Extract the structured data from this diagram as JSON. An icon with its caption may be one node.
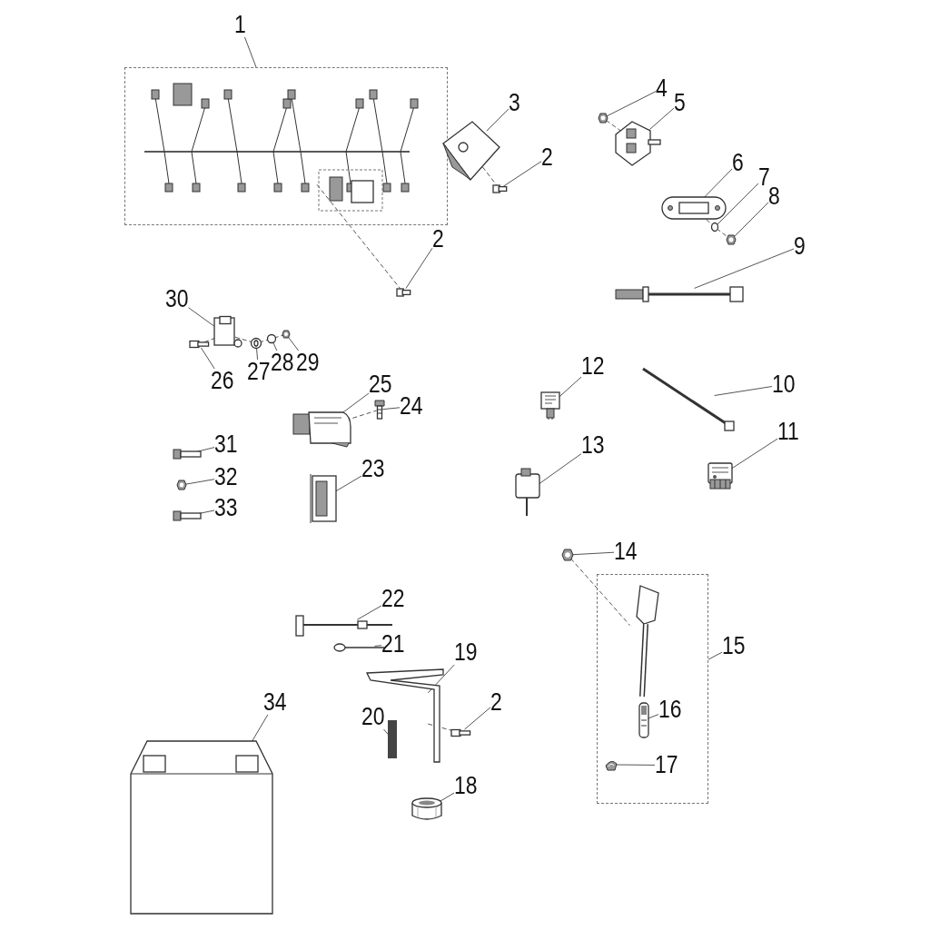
{
  "diagram": {
    "nodes": [
      {
        "text": [
          "1"
        ]
      },
      {
        "text": [],
        "shape": "box"
      },
      {
        "text": [],
        "shape": "picture",
        "in": 1
      },
      {
        "text": [
          "2"
        ]
      },
      {
        "text": [],
        "shape": "picture"
      },
      {
        "text": [
          "3"
        ]
      },
      {
        "text": [],
        "shape": "picture"
      },
      {
        "text": [
          "2"
        ]
      },
      {
        "text": [],
        "shape": "picture"
      },
      {
        "text": [
          "4"
        ]
      },
      {
        "text": [],
        "shape": "picture"
      },
      {
        "text": [
          "5"
        ]
      },
      {
        "text": [],
        "shape": "picture"
      },
      {
        "text": [
          "6"
        ]
      },
      {
        "text": [],
        "shape": "picture"
      },
      {
        "text": [
          "7"
        ]
      },
      {
        "text": [],
        "shape": "circle"
      },
      {
        "text": [
          "8"
        ]
      },
      {
        "text": [],
        "shape": "picture"
      },
      {
        "text": [
          "9"
        ]
      },
      {
        "text": [],
        "shape": "picture"
      },
      {
        "text": [
          "30"
        ]
      },
      {
        "text": [],
        "shape": "picture"
      },
      {
        "text": [
          "26"
        ]
      },
      {
        "text": [],
        "shape": "picture"
      },
      {
        "text": [
          "27"
        ]
      },
      {
        "text": [],
        "shape": "picture"
      },
      {
        "text": [
          "28"
        ]
      },
      {
        "text": [],
        "shape": "circle"
      },
      {
        "text": [
          "29"
        ]
      },
      {
        "text": [],
        "shape": "picture"
      },
      {
        "text": [
          "25"
        ]
      },
      {
        "text": [],
        "shape": "picture"
      },
      {
        "text": [
          "24"
        ]
      },
      {
        "text": [],
        "shape": "picture"
      },
      {
        "text": [
          "12"
        ]
      },
      {
        "text": [],
        "shape": "picture"
      },
      {
        "text": [
          "10"
        ]
      },
      {
        "text": [],
        "shape": "picture"
      },
      {
        "text": [
          "11"
        ]
      },
      {
        "text": [],
        "shape": "picture"
      },
      {
        "text": [
          "31"
        ]
      },
      {
        "text": [],
        "shape": "picture"
      },
      {
        "text": [
          "32"
        ]
      },
      {
        "text": [],
        "shape": "picture"
      },
      {
        "text": [
          "33"
        ]
      },
      {
        "text": [],
        "shape": "picture"
      },
      {
        "text": [
          "23"
        ]
      },
      {
        "text": [],
        "shape": "picture"
      },
      {
        "text": [
          "13"
        ]
      },
      {
        "text": [],
        "shape": "picture"
      },
      {
        "text": [
          "14"
        ]
      },
      {
        "text": [],
        "shape": "picture"
      },
      {
        "text": [],
        "shape": "box"
      },
      {
        "text": [],
        "shape": "picture",
        "in": 53
      },
      {
        "text": [
          "16"
        ],
        "in": 53
      },
      {
        "text": [],
        "shape": "picture",
        "in": 53
      },
      {
        "text": [
          "17"
        ],
        "in": 53
      },
      {
        "text": [],
        "shape": "picture",
        "in": 53
      },
      {
        "text": [
          "15"
        ]
      },
      {
        "text": [
          "22"
        ]
      },
      {
        "text": [],
        "shape": "picture"
      },
      {
        "text": [
          "21"
        ]
      },
      {
        "text": [],
        "shape": "picture"
      },
      {
        "text": [
          "19"
        ]
      },
      {
        "text": [],
        "shape": "picture"
      },
      {
        "text": [
          "20"
        ]
      },
      {
        "text": [],
        "shape": "bar"
      },
      {
        "text": [
          "2"
        ]
      },
      {
        "text": [],
        "shape": "picture"
      },
      {
        "text": [
          "34"
        ]
      },
      {
        "text": [],
        "shape": "picture"
      },
      {
        "text": [
          "18"
        ]
      },
      {
        "text": [],
        "shape": "picture"
      }
    ],
    "edges": [
      {
        "from": 0,
        "to": 1,
        "arrow": "none"
      },
      {
        "from": 3,
        "to": 4,
        "arrow": "none"
      },
      {
        "from": 5,
        "to": 6,
        "arrow": "none"
      },
      {
        "from": 7,
        "to": 8,
        "arrow": "none"
      },
      {
        "from": 9,
        "to": 10,
        "arrow": "none"
      },
      {
        "from": 11,
        "to": 12,
        "arrow": "none"
      },
      {
        "from": 13,
        "to": 14,
        "arrow": "none"
      },
      {
        "from": 15,
        "to": 16,
        "arrow": "none"
      },
      {
        "from": 17,
        "to": 18,
        "arrow": "none"
      },
      {
        "from": 19,
        "to": 20,
        "arrow": "none"
      },
      {
        "from": 21,
        "to": 22,
        "arrow": "none"
      },
      {
        "from": 23,
        "to": 24,
        "arrow": "none"
      },
      {
        "from": 25,
        "to": 26,
        "arrow": "none"
      },
      {
        "from": 27,
        "to": 28,
        "arrow": "none"
      },
      {
        "from": 29,
        "to": 30,
        "arrow": "none"
      },
      {
        "from": 31,
        "to": 32,
        "arrow": "none"
      },
      {
        "from": 33,
        "to": 34,
        "arrow": "none"
      },
      {
        "from": 35,
        "to": 36,
        "arrow": "none"
      },
      {
        "from": 37,
        "to": 38,
        "arrow": "none"
      },
      {
        "from": 39,
        "to": 40,
        "arrow": "none"
      },
      {
        "from": 41,
        "to": 42,
        "arrow": "none"
      },
      {
        "from": 43,
        "to": 44,
        "arrow": "none"
      },
      {
        "from": 45,
        "to": 46,
        "arrow": "none"
      },
      {
        "from": 47,
        "to": 48,
        "arrow": "none"
      },
      {
        "from": 49,
        "to": 50,
        "arrow": "none"
      },
      {
        "from": 51,
        "to": 52,
        "arrow": "none"
      },
      {
        "from": 55,
        "to": 56,
        "arrow": "none"
      },
      {
        "from": 57,
        "to": 58,
        "arrow": "none"
      },
      {
        "from": 59,
        "to": 53,
        "arrow": "none"
      },
      {
        "from": 60,
        "to": 61,
        "arrow": "none"
      },
      {
        "from": 62,
        "to": 63,
        "arrow": "none"
      },
      {
        "from": 64,
        "to": 65,
        "arrow": "none"
      },
      {
        "from": 66,
        "to": 67,
        "arrow": "none"
      },
      {
        "from": 68,
        "to": 69,
        "arrow": "none"
      },
      {
        "from": 70,
        "to": 71,
        "arrow": "none"
      },
      {
        "from": 72,
        "to": 73,
        "arrow": "none"
      },
      {
        "from": 2,
        "to": 4,
        "arrow": "none",
        "style": "dashed"
      },
      {
        "from": 6,
        "to": 8,
        "arrow": "none",
        "style": "dashed"
      },
      {
        "from": 10,
        "to": 12,
        "arrow": "none",
        "style": "dashed"
      },
      {
        "from": 14,
        "to": 16,
        "arrow": "none",
        "style": "dashed"
      },
      {
        "from": 16,
        "to": 18,
        "arrow": "none",
        "style": "dashed"
      },
      {
        "from": 24,
        "to": 22,
        "arrow": "none",
        "style": "dashed"
      },
      {
        "from": 22,
        "to": 26,
        "arrow": "none",
        "style": "dashed"
      },
      {
        "from": 26,
        "to": 28,
        "arrow": "none",
        "style": "dashed"
      },
      {
        "from": 28,
        "to": 30,
        "arrow": "none",
        "style": "dashed"
      },
      {
        "from": 32,
        "to": 34,
        "arrow": "none",
        "style": "dashed"
      },
      {
        "from": 52,
        "to": 54,
        "arrow": "none",
        "style": "dashed"
      },
      {
        "from": 65,
        "to": 69,
        "arrow": "none",
        "style": "dashed"
      }
    ]
  }
}
